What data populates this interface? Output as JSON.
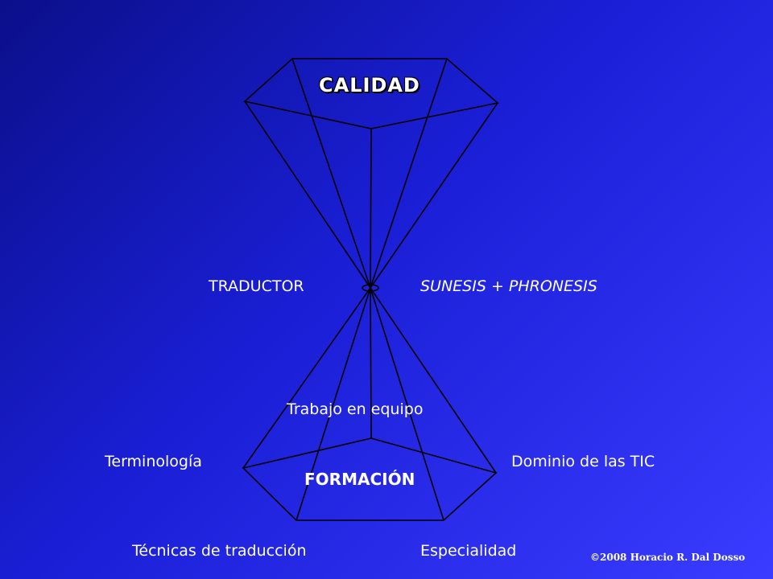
{
  "top_label": "CALIDAD",
  "bottom_label": "FORMACIÓN",
  "center_left": "TRADUCTOR",
  "center_right": "SUNESIS + PHRONESIS",
  "lower": {
    "teamwork": "Trabajo en equipo",
    "terminology": "Terminología",
    "ict": "Dominio de las TIC",
    "techniques": "Técnicas de traducción",
    "specialty": "Especialidad"
  },
  "copyright": "©2008 Horacio R. Dal Dosso",
  "colors": {
    "background_dark": "#0b0f8a",
    "background_light": "#3a3cff",
    "line": "#000000",
    "text": "#ffffff"
  }
}
